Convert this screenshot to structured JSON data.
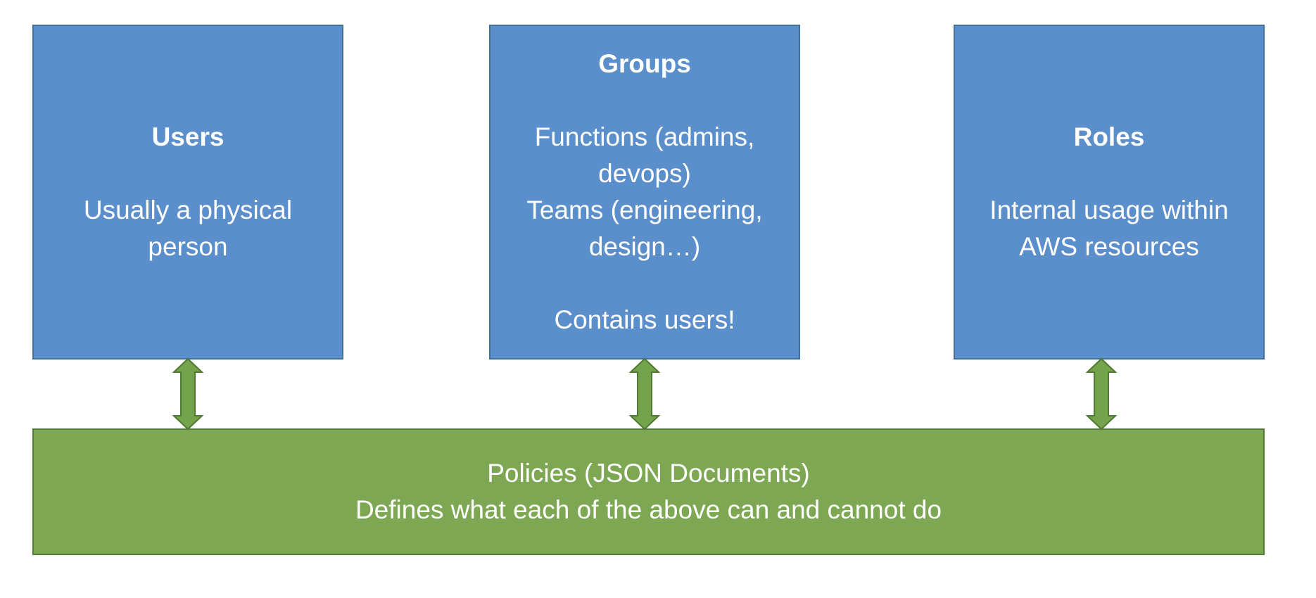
{
  "boxes": {
    "users": {
      "title": "Users",
      "lines": [
        "Usually a physical",
        "person"
      ]
    },
    "groups": {
      "title": "Groups",
      "lines": [
        "Functions (admins,",
        "devops)",
        "Teams (engineering,",
        "design…)"
      ],
      "note": "Contains users!"
    },
    "roles": {
      "title": "Roles",
      "lines": [
        "Internal usage within",
        "AWS resources"
      ]
    }
  },
  "policies": {
    "title": "Policies (JSON Documents)",
    "description": "Defines what each of the above can and cannot do"
  },
  "colors": {
    "box_fill": "#5b8fcb",
    "box_border": "#41719c",
    "policy_fill": "#7da753",
    "policy_border": "#557b38",
    "arrow_fill": "#74a34b",
    "arrow_border": "#4f7a32"
  }
}
